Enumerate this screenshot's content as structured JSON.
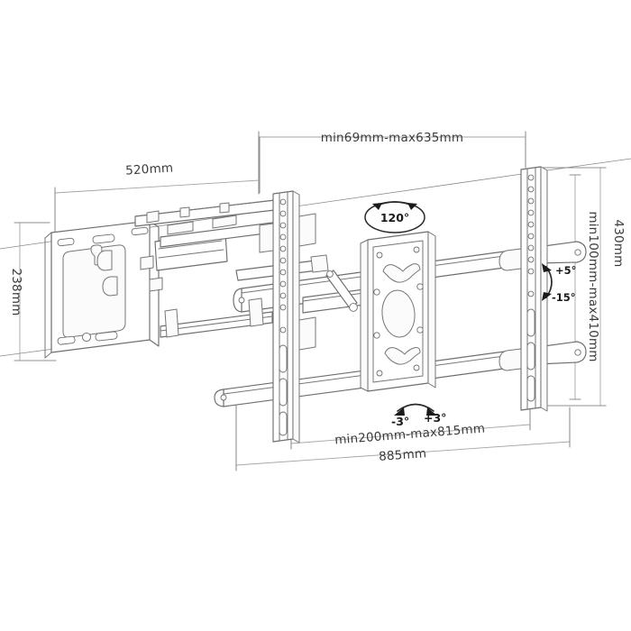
{
  "drawing": {
    "title": "TV wall mount bracket technical drawing",
    "background_color": "#ffffff",
    "line_color": "#6e6e6e",
    "dim_line_color": "#9a9a9a",
    "text_color": "#3b3b3b"
  },
  "dimensions": {
    "depth_range": "min69mm-max635mm",
    "plate_width": "520mm",
    "wall_plate_height": "238mm",
    "vesa_height_range": "min100mm-max410mm",
    "rail_height": "430mm",
    "extension_range": "min200mm-max815mm",
    "overall_width": "885mm"
  },
  "angles": {
    "swivel": "120°",
    "tilt_up": "+5°",
    "tilt_down": "-15°",
    "roll_left": "-3°",
    "roll_right": "+3°"
  },
  "parts": {
    "wall_plate": "wall-mount-plate",
    "center_rail": "center-vertical-rail",
    "right_rail": "right-vertical-rail",
    "vesa_plate": "vesa-mounting-plate",
    "upper_arm": "upper-articulating-arm",
    "lower_arm": "lower-articulating-arm"
  }
}
